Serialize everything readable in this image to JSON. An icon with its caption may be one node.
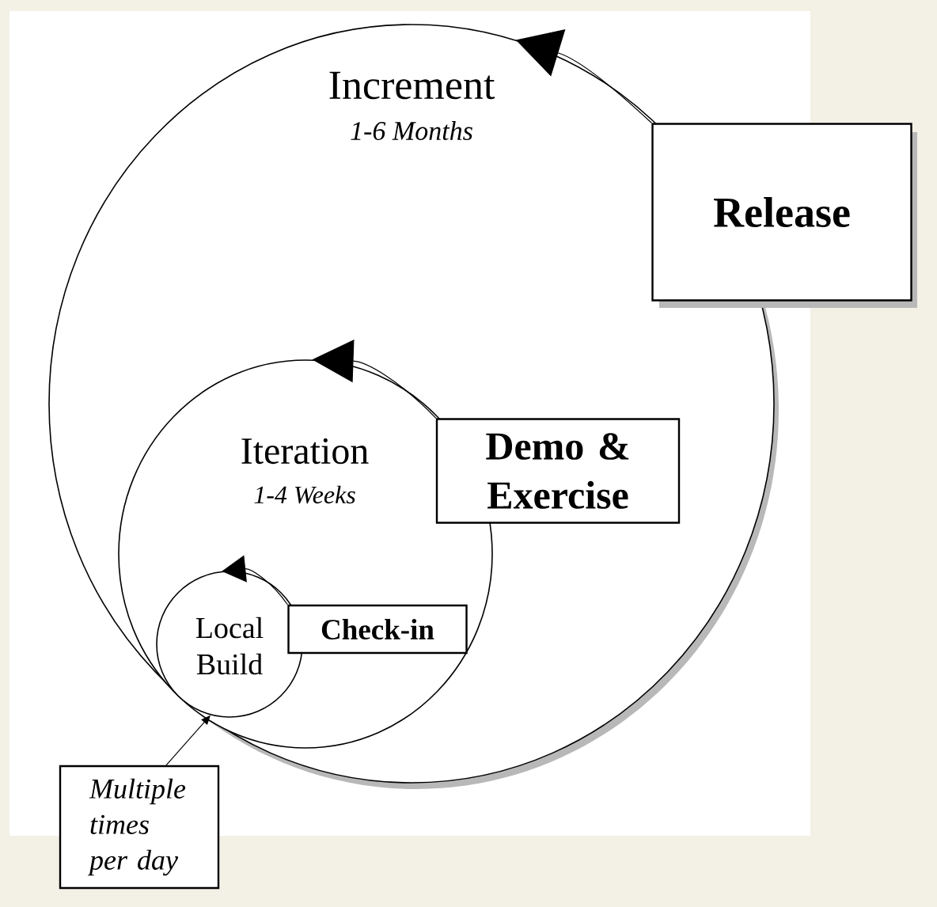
{
  "diagram": {
    "nodes": [
      {
        "text": [
          "Increment",
          "1-6 Months"
        ]
      },
      {
        "text": [
          "Iteration",
          "1-4 Weeks"
        ],
        "in": 0
      },
      {
        "text": [
          "Local Build"
        ],
        "in": 1
      },
      {
        "text": [
          "Release"
        ]
      },
      {
        "text": [
          "Demo & Exercise"
        ],
        "in": 0
      },
      {
        "text": [
          "Check-in"
        ],
        "in": 1
      },
      {
        "text": [
          "Multiple times per day"
        ]
      }
    ],
    "edges": [
      {
        "from": 3,
        "to": 0,
        "arrow": "to"
      },
      {
        "from": 4,
        "to": 1,
        "arrow": "to"
      },
      {
        "from": 5,
        "to": 2,
        "arrow": "to"
      },
      {
        "from": 6,
        "to": 2,
        "arrow": "to"
      }
    ]
  }
}
